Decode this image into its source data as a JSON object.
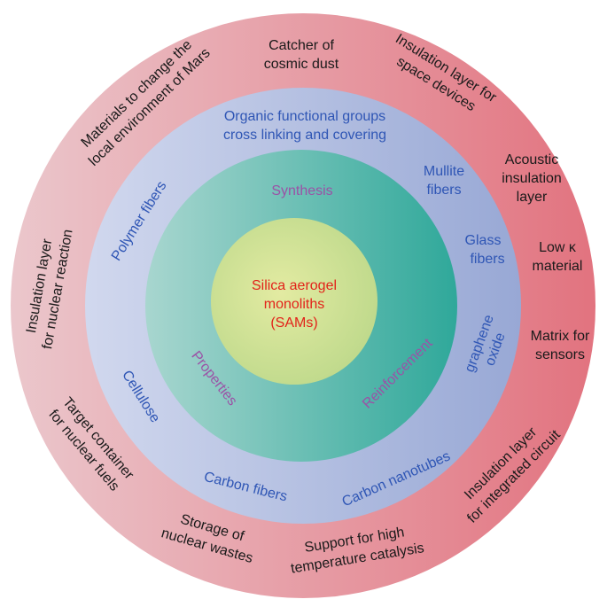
{
  "colors": {
    "outer_ring_light": "#ebc7cc",
    "outer_ring_dark": "#e2737f",
    "middle_ring_light": "#d1d8ee",
    "middle_ring_dark": "#98a8d5",
    "inner_ring_light": "#a8d6cf",
    "inner_ring_dark": "#2fa89a",
    "core_light": "#e3eba2",
    "core_dark": "#bcd88a",
    "core_text": "#e2231a",
    "ring2_text": "#9b52a6",
    "ring3_text": "#2f56b5",
    "ring4_text": "#1a1a1a"
  },
  "core": {
    "line1": "Silica aerogel",
    "line2": "monoliths",
    "line3": "(SAMs)"
  },
  "ring2": {
    "synthesis": "Synthesis",
    "properties": "Properties",
    "reinforcement": "Reinforcement"
  },
  "ring3": {
    "organic_line1": "Organic functional groups",
    "organic_line2": "cross linking and covering",
    "mullite_line1": "Mullite",
    "mullite_line2": "fibers",
    "glass_line1": "Glass",
    "glass_line2": "fibers",
    "graphene_line1": "graphene",
    "graphene_line2": "oxide",
    "carbon_nanotubes": "Carbon nanotubes",
    "carbon_fibers": "Carbon fibers",
    "cellulose": "Cellulose",
    "polymer_fibers": "Polymer fibers"
  },
  "ring4": {
    "catcher_line1": "Catcher of",
    "catcher_line2": "cosmic dust",
    "space_line1": "Insulation layer for",
    "space_line2": "space devices",
    "acoustic_line1": "Acoustic",
    "acoustic_line2": "insulation",
    "acoustic_line3": "layer",
    "lowk_line1": "Low κ",
    "lowk_line2": "material",
    "matrix_line1": "Matrix for",
    "matrix_line2": "sensors",
    "circuit_line1": "Insulation layer",
    "circuit_line2": "for integrated circuit",
    "catalysis_line1": "Support for high",
    "catalysis_line2": "temperature catalysis",
    "storage_line1": "Storage of",
    "storage_line2": "nuclear wastes",
    "target_line1": "Target container",
    "target_line2": "for nuclear fuels",
    "nuclear_line1": "Insulation layer",
    "nuclear_line2": "for nuclear reaction",
    "mars_line1": "Materials to change the",
    "mars_line2": "local environment of Mars"
  }
}
